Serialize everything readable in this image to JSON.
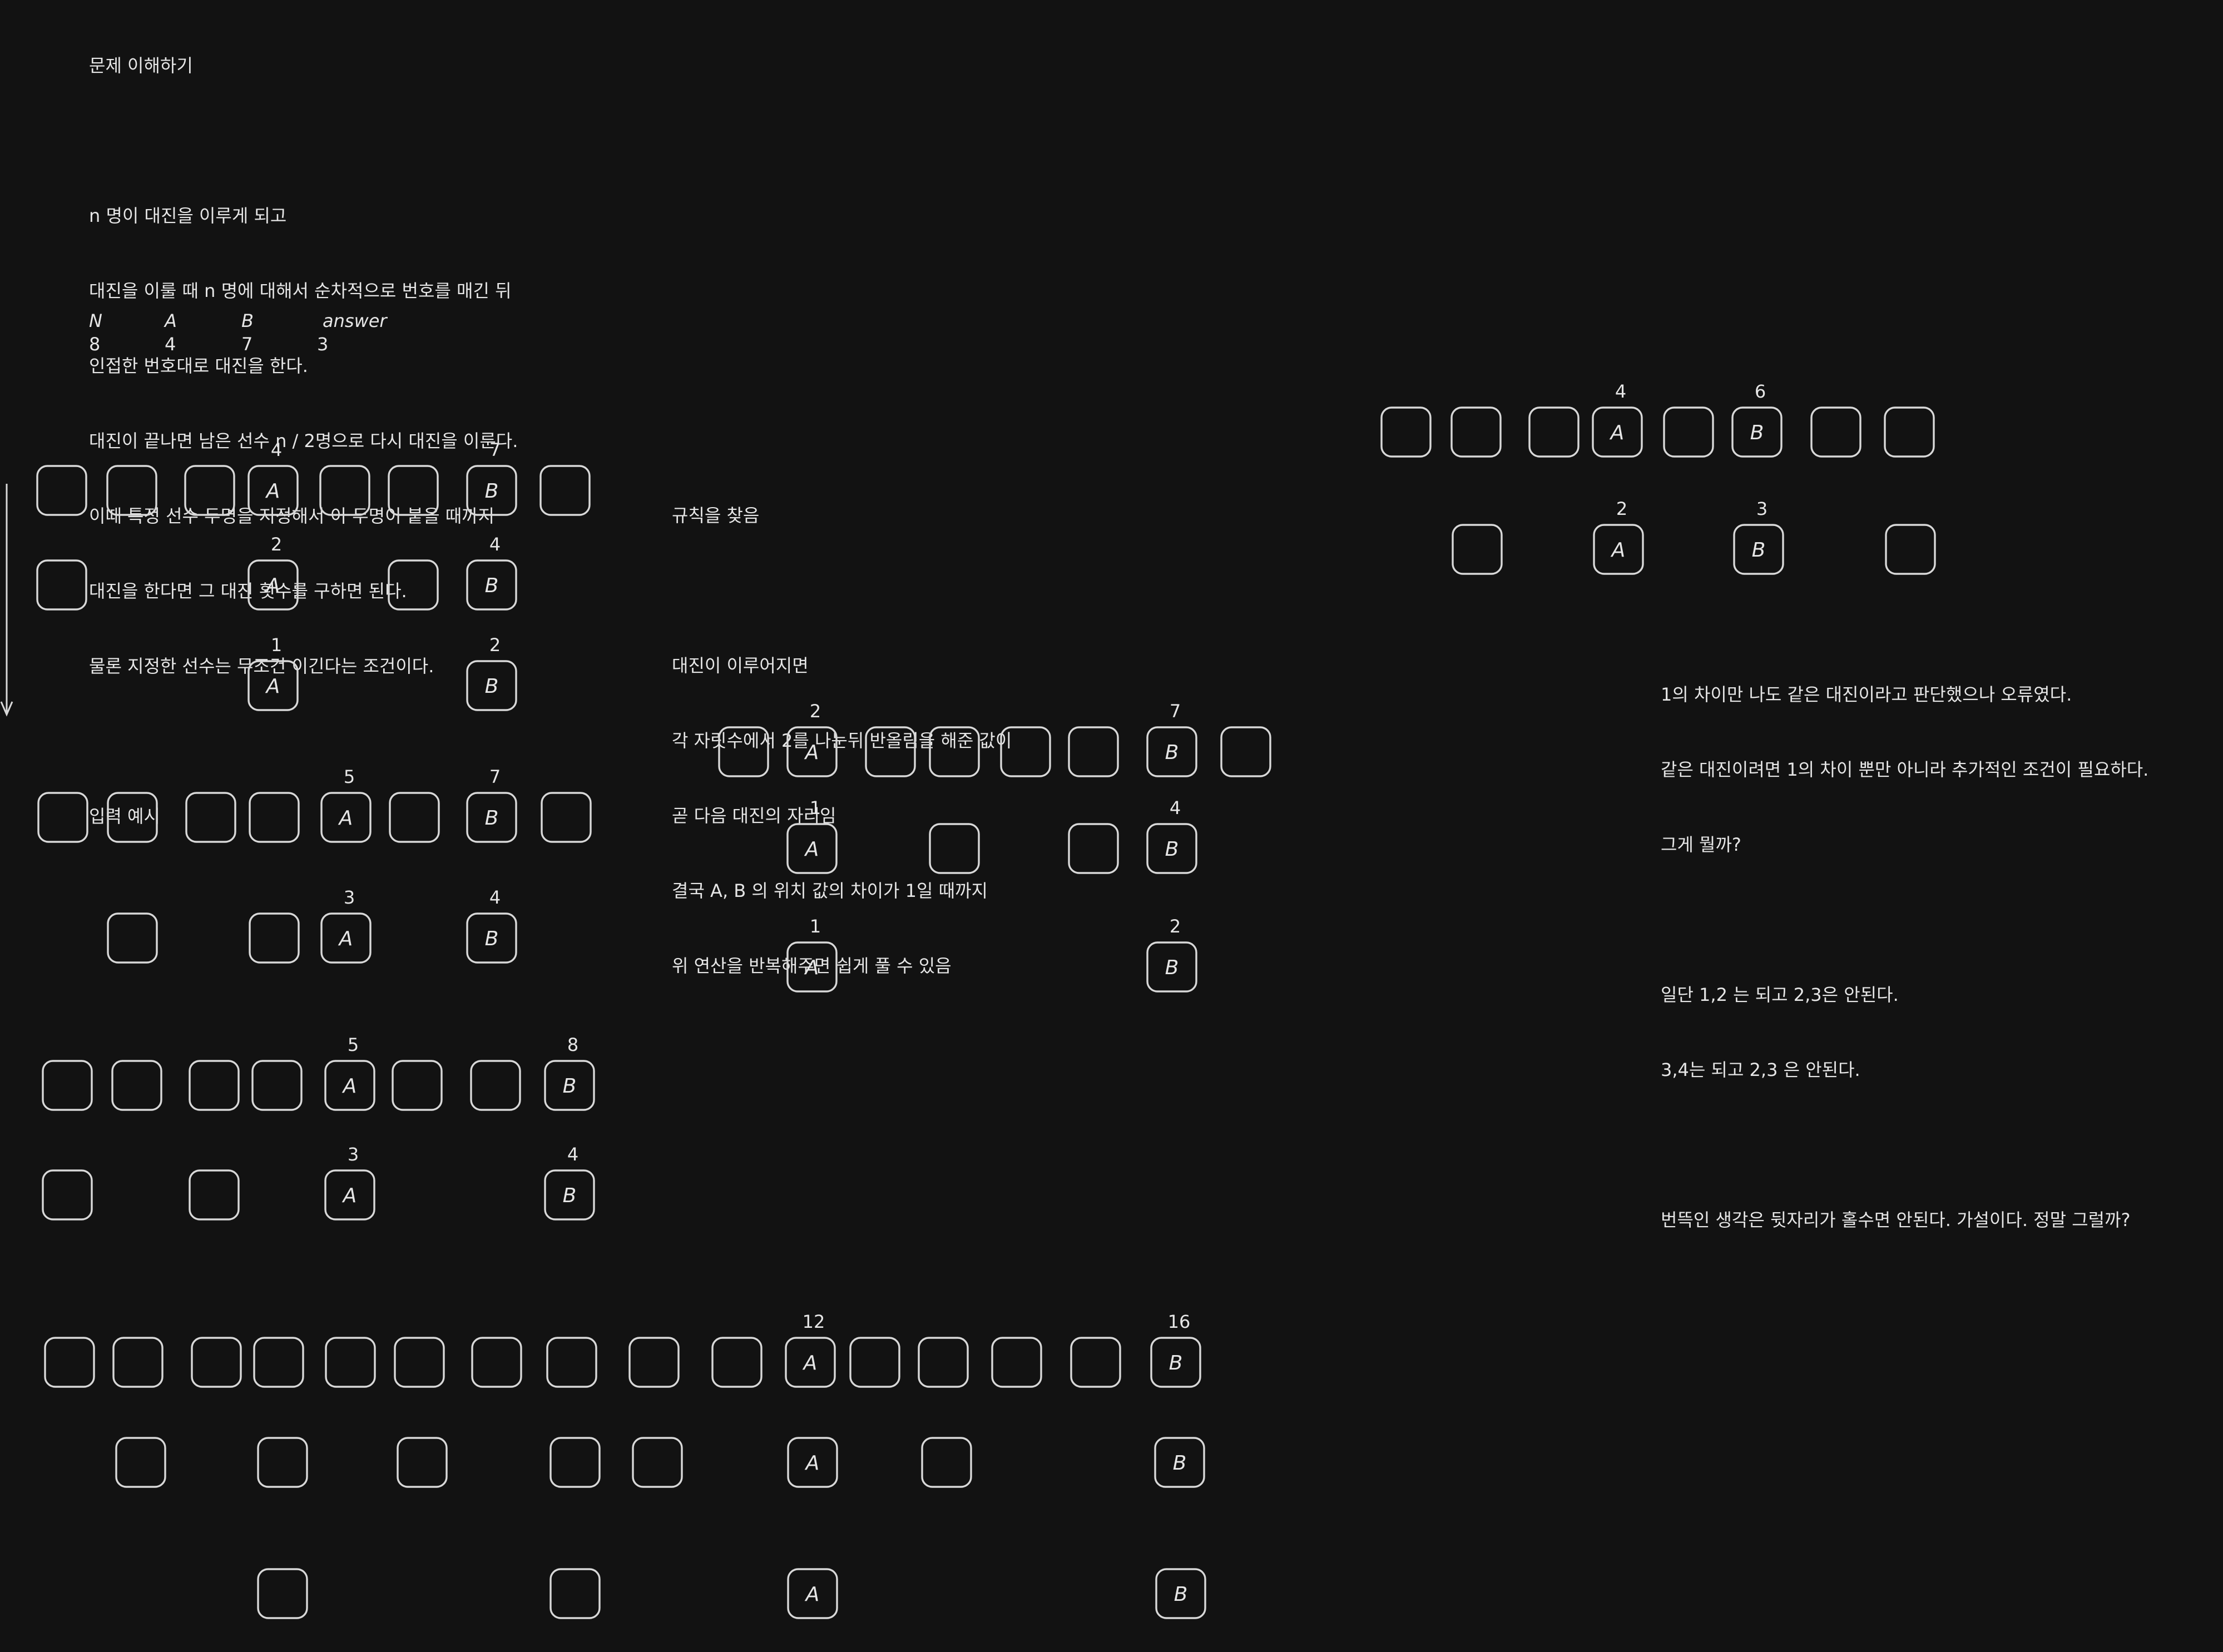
{
  "problem": {
    "heading": "문제 이해하기",
    "lines": [
      "n 명이 대진을 이루게 되고",
      "대진을 이룰 때 n 명에 대해서 순차적으로 번호를 매긴 뒤",
      "인접한 번호대로 대진을 한다.",
      "대진이 끝나면 남은 선수 n / 2명으로 다시 대진을 이룬다.",
      "이때 특정 선수 두명을 지정해서 이 두명이 붙을 때까지",
      "대진을 한다면 그 대진 횟수를 구하면 된다.",
      "물론 지정한 선수는 무조건 이긴다는 조건이다."
    ],
    "example_heading": "입력 예시",
    "example_headers": [
      "N",
      "A",
      "B",
      "answer"
    ],
    "example_values": [
      "8",
      "4",
      "7",
      "3"
    ]
  },
  "rule_note": {
    "lines": [
      "규칙을 찾음",
      "",
      "대진이 이루어지면",
      "각 자릿수에서 2를 나눈뒤 반올림을 해준 값이",
      "곧 다음 대진의 자리임",
      "결국 A, B 의 위치 값의 차이가 1일 때까지",
      "위 연산을 반복해주면 쉽게 풀 수 있음"
    ]
  },
  "error_note": {
    "lines": [
      "1의 차이만 나도 같은 대진이라고 판단했으나 오류였다.",
      "같은 대진이려면 1의 차이 뿐만 아니라 추가적인 조건이 필요하다.",
      "그게 뭘까?",
      "",
      "일단 1,2 는 되고 2,3은 안된다.",
      "3,4는 되고 2,3 은 안된다.",
      "",
      "번뜩인 생각은 뒷자리가 홀수면 안된다. 가설이다. 정말 그럴까?"
    ]
  },
  "diagrams": [
    {
      "name": "bracket-n8-a4-b7",
      "rows": [
        {
          "cells": [
            "",
            "",
            "",
            "A",
            "",
            "",
            "B",
            ""
          ],
          "numbers": {
            "A": "4",
            "B": "7"
          }
        },
        {
          "cells": [
            "",
            "A",
            "",
            "B"
          ],
          "numbers": {
            "A": "2",
            "B": "4"
          }
        },
        {
          "cells": [
            "A",
            "B"
          ],
          "numbers": {
            "A": "1",
            "B": "2"
          }
        }
      ]
    },
    {
      "name": "bracket-n8-a5-b7",
      "rows": [
        {
          "cells": [
            "",
            "",
            "",
            "",
            "A",
            "",
            "B",
            ""
          ],
          "numbers": {
            "A": "5",
            "B": "7"
          }
        },
        {
          "cells": [
            "",
            "",
            "A",
            "B"
          ],
          "numbers": {
            "A": "3",
            "B": "4"
          }
        }
      ]
    },
    {
      "name": "bracket-n8-a5-b8",
      "rows": [
        {
          "cells": [
            "",
            "",
            "",
            "",
            "A",
            "",
            "",
            "B"
          ],
          "numbers": {
            "A": "5",
            "B": "8"
          }
        },
        {
          "cells": [
            "",
            "",
            "A",
            "B"
          ],
          "numbers": {
            "A": "3",
            "B": "4"
          }
        }
      ]
    },
    {
      "name": "bracket-n16-a12-b16",
      "rows": [
        {
          "cells": [
            "",
            "",
            "",
            "",
            "",
            "",
            "",
            "",
            "",
            "",
            "A",
            "",
            "",
            "",
            "",
            "B"
          ],
          "numbers": {
            "A": "12",
            "B": "16"
          }
        },
        {
          "cells": [
            "",
            "",
            "",
            "",
            "",
            "A",
            "",
            "B"
          ],
          "numbers": {}
        },
        {
          "cells": [
            "",
            "",
            "A",
            "B"
          ],
          "numbers": {}
        }
      ]
    },
    {
      "name": "bracket-n8-a2-b7",
      "rows": [
        {
          "cells": [
            "",
            "A",
            "",
            "",
            "",
            "",
            "B",
            ""
          ],
          "numbers": {
            "A": "2",
            "B": "7"
          }
        },
        {
          "cells": [
            "A",
            "",
            "",
            "B"
          ],
          "numbers": {
            "A": "1",
            "B": "4"
          }
        },
        {
          "cells": [
            "A",
            "B"
          ],
          "numbers": {
            "A": "1",
            "B": "2"
          }
        }
      ]
    },
    {
      "name": "bracket-n8-a4-b6",
      "rows": [
        {
          "cells": [
            "",
            "",
            "",
            "A",
            "",
            "B",
            "",
            ""
          ],
          "numbers": {
            "A": "4",
            "B": "6"
          }
        },
        {
          "cells": [
            "",
            "A",
            "B",
            ""
          ],
          "numbers": {
            "A": "2",
            "B": "3"
          }
        }
      ]
    }
  ]
}
